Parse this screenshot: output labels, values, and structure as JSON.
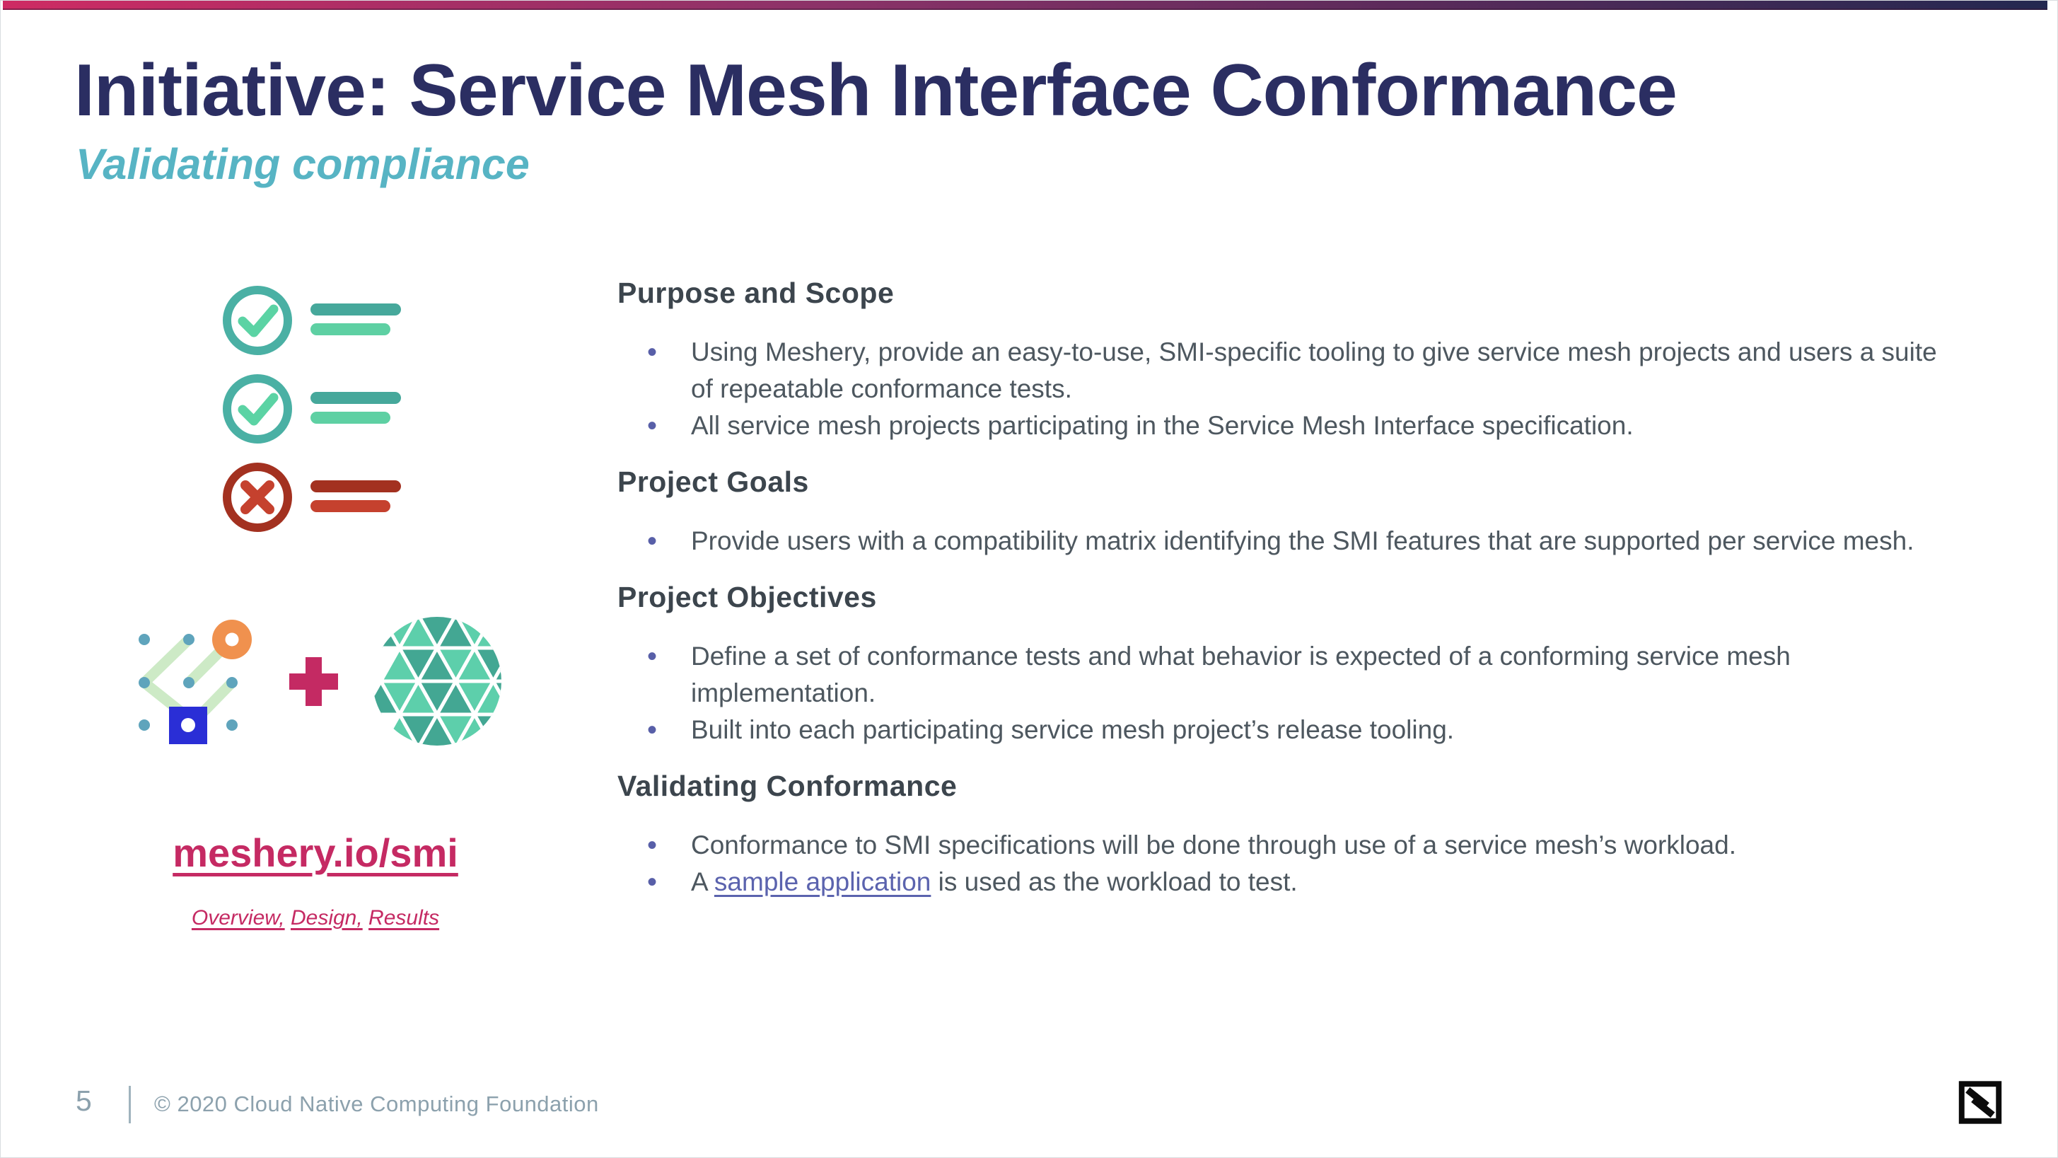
{
  "header": {
    "title": "Initiative: Service Mesh Interface Conformance",
    "subtitle": "Validating compliance"
  },
  "left": {
    "link_label": "meshery.io/smi",
    "sublinks": [
      {
        "label": "Overview,"
      },
      {
        "label": "Design,"
      },
      {
        "label": "Results"
      }
    ]
  },
  "main": {
    "sections": [
      {
        "heading": "Purpose and Scope",
        "bullets": [
          {
            "text": "Using Meshery, provide an easy-to-use, SMI-specific tooling to give service mesh projects and users a suite of repeatable conformance tests."
          },
          {
            "text": "All service mesh projects participating in the Service Mesh Interface specification."
          }
        ]
      },
      {
        "heading": "Project Goals",
        "bullets": [
          {
            "text": "Provide users with a compatibility matrix identifying the SMI features that are supported per service mesh."
          }
        ]
      },
      {
        "heading": "Project Objectives",
        "bullets": [
          {
            "text": "Define a set of conformance tests and what behavior is expected of a conforming service mesh implementation."
          },
          {
            "text": "Built into each participating service mesh project’s release tooling."
          }
        ]
      },
      {
        "heading": "Validating Conformance",
        "bullets": [
          {
            "text": "Conformance to SMI specifications will be done through use of a service mesh’s workload."
          },
          {
            "before": "A ",
            "link_text": "sample application",
            "after": " is used as the workload to test."
          }
        ]
      }
    ]
  },
  "footer": {
    "page_number": "5",
    "copyright": "© 2020 Cloud Native Computing Foundation"
  },
  "colors": {
    "bar_gradient_start": "#ce2b63",
    "bar_gradient_mid": "#8c3268",
    "bar_gradient_end": "#232850",
    "title_navy": "#2b2e62",
    "subtitle_teal": "#57b4c4",
    "heading_gray": "#3c454d",
    "body_gray": "#4d575f",
    "bullet_purple": "#585fa8",
    "link_pink": "#c52a63",
    "inline_link_blue": "#5b63ae",
    "footer_gray": "#8ca1ad",
    "check_teal": "#4ab0a4",
    "check_mark_green": "#5bd3a4",
    "line_teal_dark": "#46a89b",
    "line_teal_light": "#5ed0a3",
    "x_red_dark": "#a33120",
    "x_red_bright": "#c5412e",
    "smi_dot_blue": "#5fa4bc",
    "smi_connector_green": "#cdeac6",
    "smi_orange": "#f0914e",
    "smi_blue_square": "#2a2ed6",
    "meshery_dark": "#43a793",
    "meshery_light": "#5dcfab"
  }
}
